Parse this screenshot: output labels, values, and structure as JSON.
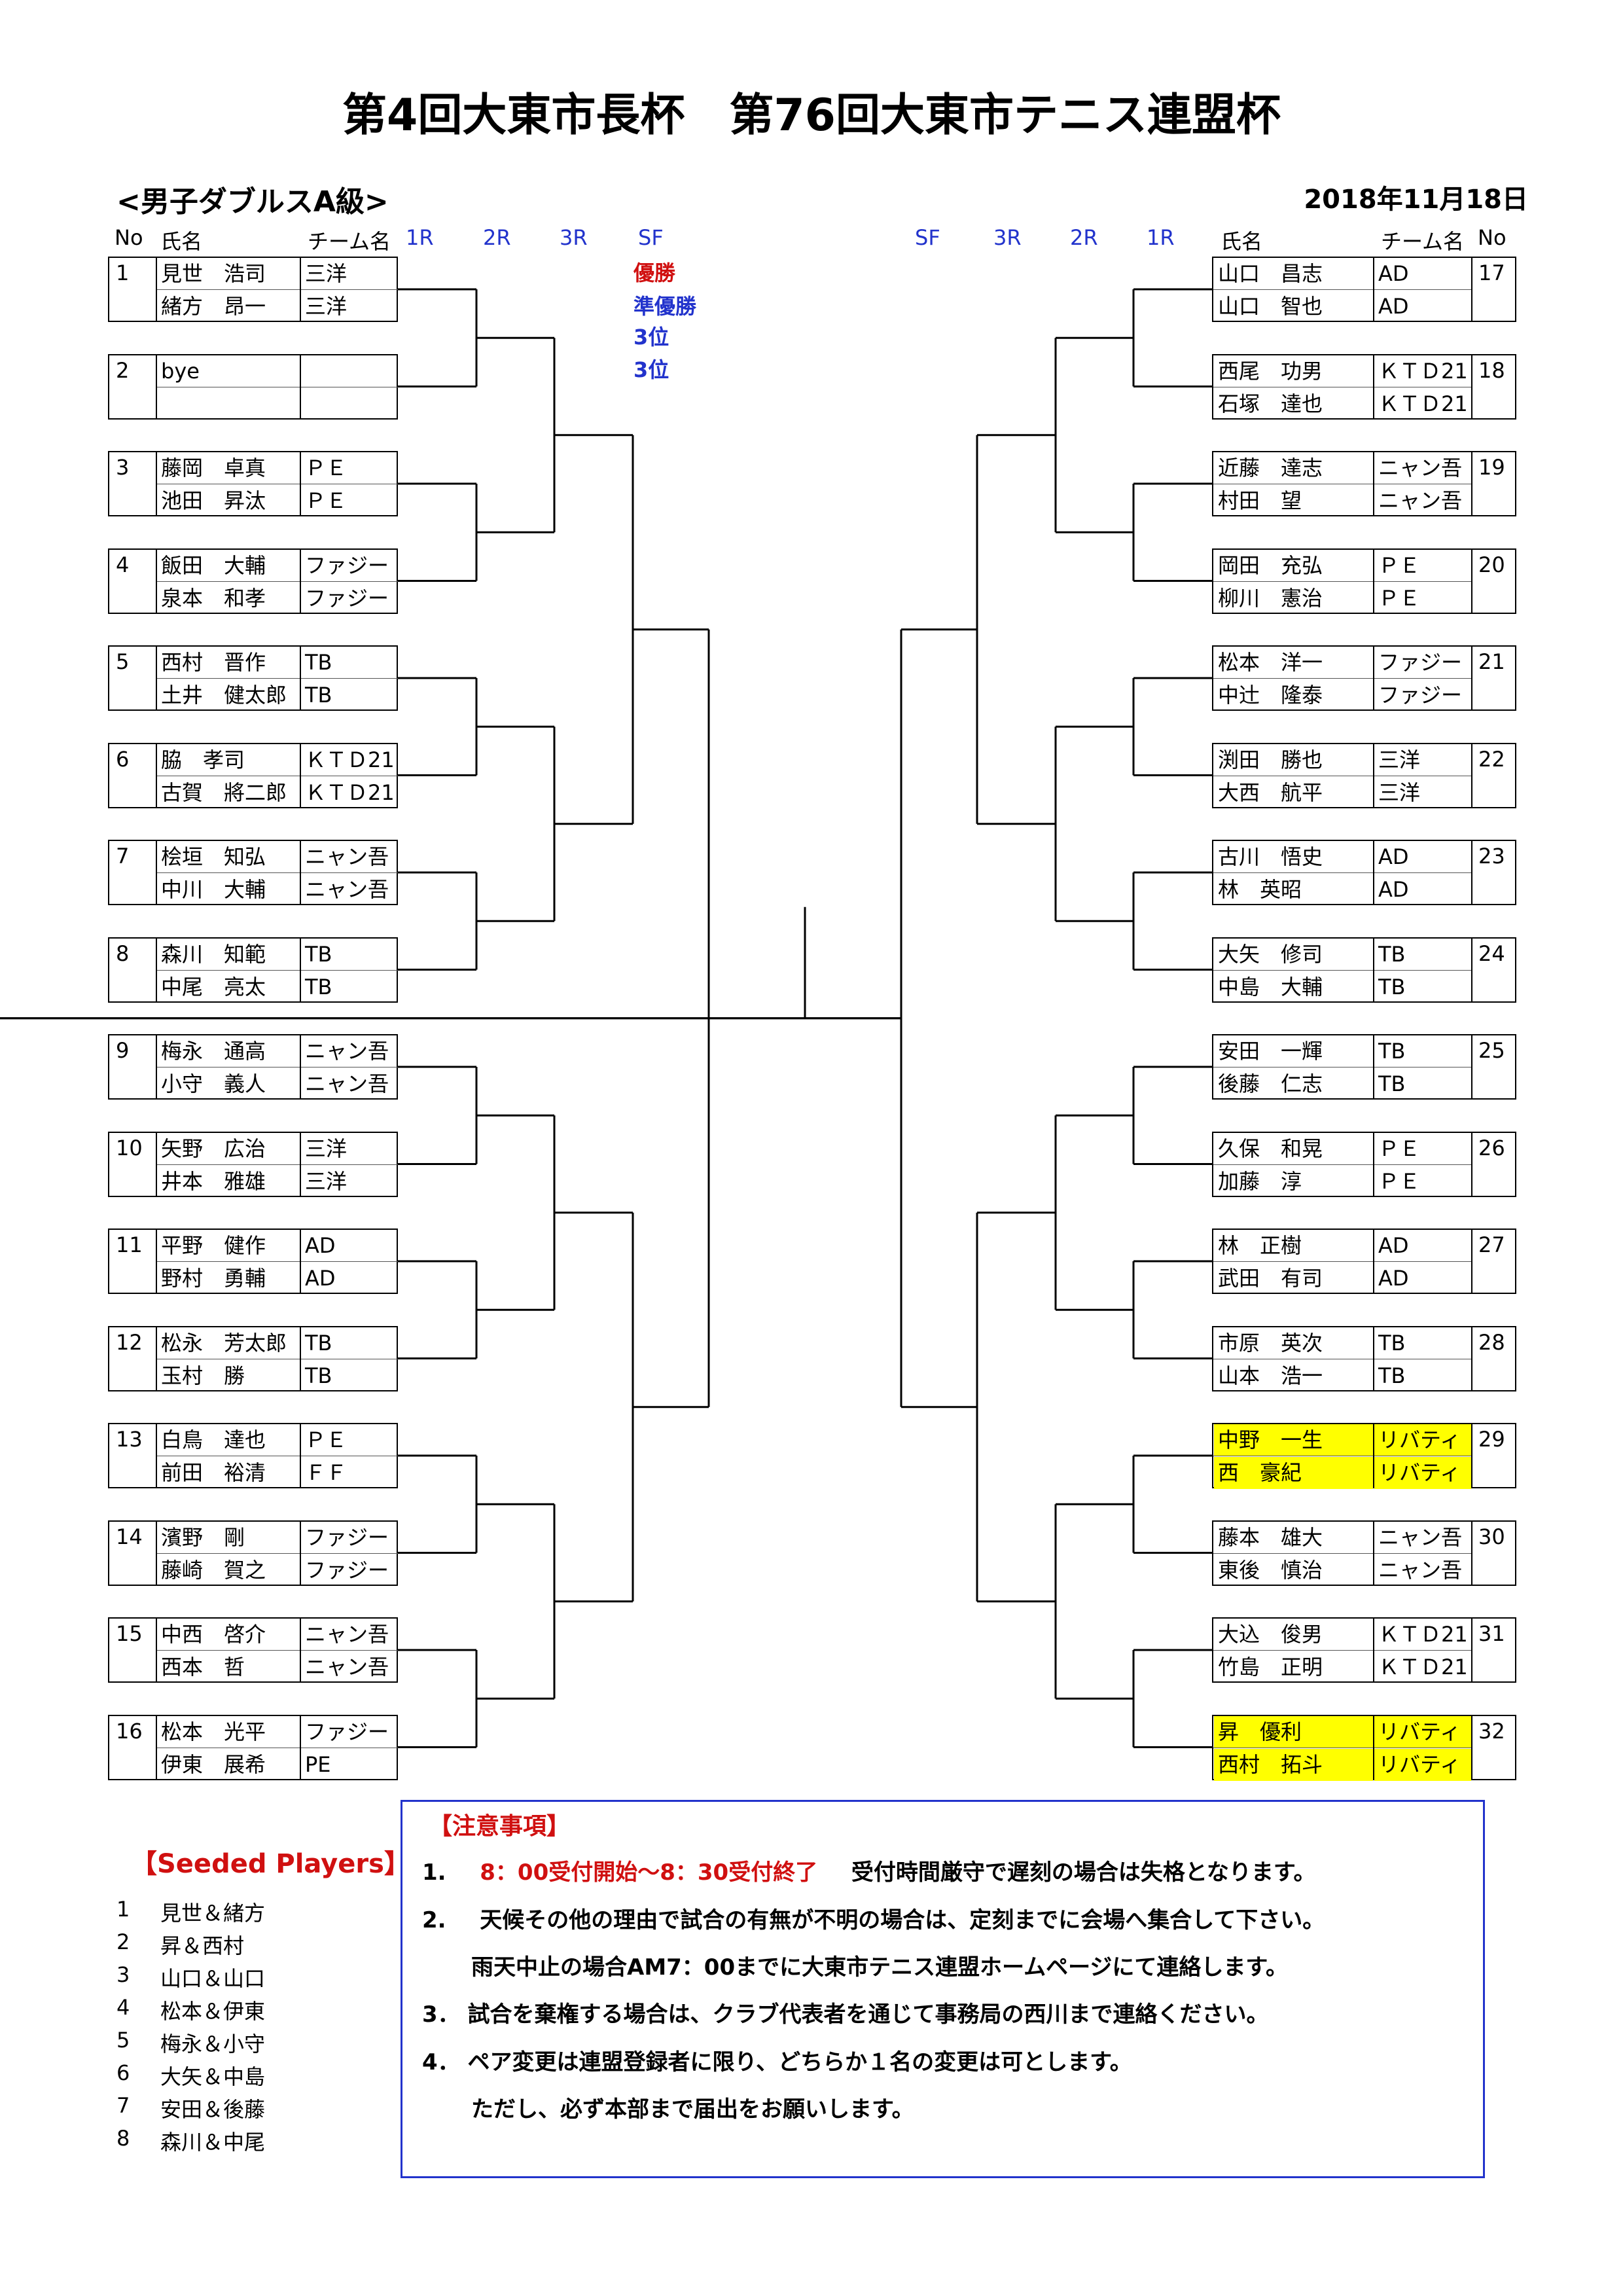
{
  "title": "第4回大東市長杯　第76回大東市テニス連盟杯",
  "subtitle": "<男子ダブルスA級>",
  "date": "2018年11月18日",
  "headers": {
    "no": "No",
    "name": "氏名",
    "team": "チーム名",
    "r1": "1R",
    "r2": "2R",
    "r3": "3R",
    "sf": "SF"
  },
  "results": {
    "winner": "優勝",
    "runner_up": "準優勝",
    "third1": "3位",
    "third2": "3位"
  },
  "left_entries": [
    {
      "no": "1",
      "p1": "見世　浩司",
      "t1": "三洋",
      "p2": "緒方　昂一",
      "t2": "三洋"
    },
    {
      "no": "2",
      "p1": "bye",
      "t1": "",
      "p2": "",
      "t2": ""
    },
    {
      "no": "3",
      "p1": "藤岡　卓真",
      "t1": "ＰＥ",
      "p2": "池田　昇汰",
      "t2": "ＰＥ"
    },
    {
      "no": "4",
      "p1": "飯田　大輔",
      "t1": "ファジー",
      "p2": "泉本　和孝",
      "t2": "ファジー"
    },
    {
      "no": "5",
      "p1": "西村　晋作",
      "t1": "TB",
      "p2": "土井　健太郎",
      "t2": "TB"
    },
    {
      "no": "6",
      "p1": "脇　孝司",
      "t1": "ＫＴＤ21",
      "p2": "古賀　將二郎",
      "t2": "ＫＴＤ21"
    },
    {
      "no": "7",
      "p1": "桧垣　知弘",
      "t1": "ニャン吾",
      "p2": "中川　大輔",
      "t2": "ニャン吾"
    },
    {
      "no": "8",
      "p1": "森川　知範",
      "t1": "TB",
      "p2": "中尾　亮太",
      "t2": "TB"
    },
    {
      "no": "9",
      "p1": "梅永　通高",
      "t1": "ニャン吾",
      "p2": "小守　義人",
      "t2": "ニャン吾"
    },
    {
      "no": "10",
      "p1": "矢野　広治",
      "t1": "三洋",
      "p2": "井本　雅雄",
      "t2": "三洋"
    },
    {
      "no": "11",
      "p1": "平野　健作",
      "t1": "AD",
      "p2": "野村　勇輔",
      "t2": "AD"
    },
    {
      "no": "12",
      "p1": "松永　芳太郎",
      "t1": "TB",
      "p2": "玉村　勝",
      "t2": "TB"
    },
    {
      "no": "13",
      "p1": "白鳥　達也",
      "t1": "ＰＥ",
      "p2": "前田　裕清",
      "t2": "ＦＦ"
    },
    {
      "no": "14",
      "p1": "濱野　剛",
      "t1": "ファジー",
      "p2": "藤崎　賀之",
      "t2": "ファジー"
    },
    {
      "no": "15",
      "p1": "中西　啓介",
      "t1": "ニャン吾",
      "p2": "西本　哲",
      "t2": "ニャン吾"
    },
    {
      "no": "16",
      "p1": "松本　光平",
      "t1": "ファジー",
      "p2": "伊東　展希",
      "t2": "PE"
    }
  ],
  "right_entries": [
    {
      "no": "17",
      "p1": "山口　昌志",
      "t1": "AD",
      "p2": "山口　智也",
      "t2": "AD",
      "highlight": false
    },
    {
      "no": "18",
      "p1": "西尾　功男",
      "t1": "ＫＴＤ21",
      "p2": "石塚　達也",
      "t2": "ＫＴＤ21",
      "highlight": false
    },
    {
      "no": "19",
      "p1": "近藤　達志",
      "t1": "ニャン吾",
      "p2": "村田　望",
      "t2": "ニャン吾",
      "highlight": false
    },
    {
      "no": "20",
      "p1": "岡田　充弘",
      "t1": "ＰＥ",
      "p2": "柳川　憲治",
      "t2": "ＰＥ",
      "highlight": false
    },
    {
      "no": "21",
      "p1": "松本　洋一",
      "t1": "ファジー",
      "p2": "中辻　隆泰",
      "t2": "ファジー",
      "highlight": false
    },
    {
      "no": "22",
      "p1": "渕田　勝也",
      "t1": "三洋",
      "p2": "大西　航平",
      "t2": "三洋",
      "highlight": false
    },
    {
      "no": "23",
      "p1": "古川　悟史",
      "t1": "AD",
      "p2": "林　英昭",
      "t2": "AD",
      "highlight": false
    },
    {
      "no": "24",
      "p1": "大矢　修司",
      "t1": "TB",
      "p2": "中島　大輔",
      "t2": "TB",
      "highlight": false
    },
    {
      "no": "25",
      "p1": "安田　一輝",
      "t1": "TB",
      "p2": "後藤　仁志",
      "t2": "TB",
      "highlight": false
    },
    {
      "no": "26",
      "p1": "久保　和晃",
      "t1": "ＰＥ",
      "p2": "加藤　淳",
      "t2": "ＰＥ",
      "highlight": false
    },
    {
      "no": "27",
      "p1": "林　正樹",
      "t1": "AD",
      "p2": "武田　有司",
      "t2": "AD",
      "highlight": false
    },
    {
      "no": "28",
      "p1": "市原　英次",
      "t1": "TB",
      "p2": "山本　浩一",
      "t2": "TB",
      "highlight": false
    },
    {
      "no": "29",
      "p1": "中野　一生",
      "t1": "リバティ",
      "p2": "西　豪紀",
      "t2": "リバティ",
      "highlight": true
    },
    {
      "no": "30",
      "p1": "藤本　雄大",
      "t1": "ニャン吾",
      "p2": "東後　慎治",
      "t2": "ニャン吾",
      "highlight": false
    },
    {
      "no": "31",
      "p1": "大込　俊男",
      "t1": "ＫＴＤ21",
      "p2": "竹島　正明",
      "t2": "ＫＴＤ21",
      "highlight": false
    },
    {
      "no": "32",
      "p1": "昇　優利",
      "t1": "リバティ",
      "p2": "西村　拓斗",
      "t2": "リバティ",
      "highlight": true
    }
  ],
  "seeded": {
    "title": "【Seeded Players】",
    "items": [
      {
        "no": "1",
        "pair": "見世＆緒方"
      },
      {
        "no": "2",
        "pair": "昇＆西村"
      },
      {
        "no": "3",
        "pair": "山口＆山口"
      },
      {
        "no": "4",
        "pair": "松本＆伊東"
      },
      {
        "no": "5",
        "pair": "梅永＆小守"
      },
      {
        "no": "6",
        "pair": "大矢＆中島"
      },
      {
        "no": "7",
        "pair": "安田＆後藤"
      },
      {
        "no": "8",
        "pair": "森川＆中尾"
      }
    ]
  },
  "notes": {
    "title": "【注意事項】",
    "n1_num": "1.",
    "n1_red": "8：00受付開始～8：30受付終了",
    "n1_rest": "受付時間厳守で遅刻の場合は失格となります。",
    "n2_num": "2.",
    "n2": "天候その他の理由で試合の有無が不明の場合は、定刻までに会場へ集合して下さい。",
    "n2b": "雨天中止の場合AM7：00までに大東市テニス連盟ホームページにて連絡します。",
    "n3_num": "3．",
    "n3": "試合を棄権する場合は、クラブ代表者を通じて事務局の西川まで連絡ください。",
    "n4_num": "4．",
    "n4": "ペア変更は連盟登録者に限り、どちらか１名の変更は可とします。",
    "n4b": "ただし、必ず本部まで届出をお願いします。"
  }
}
